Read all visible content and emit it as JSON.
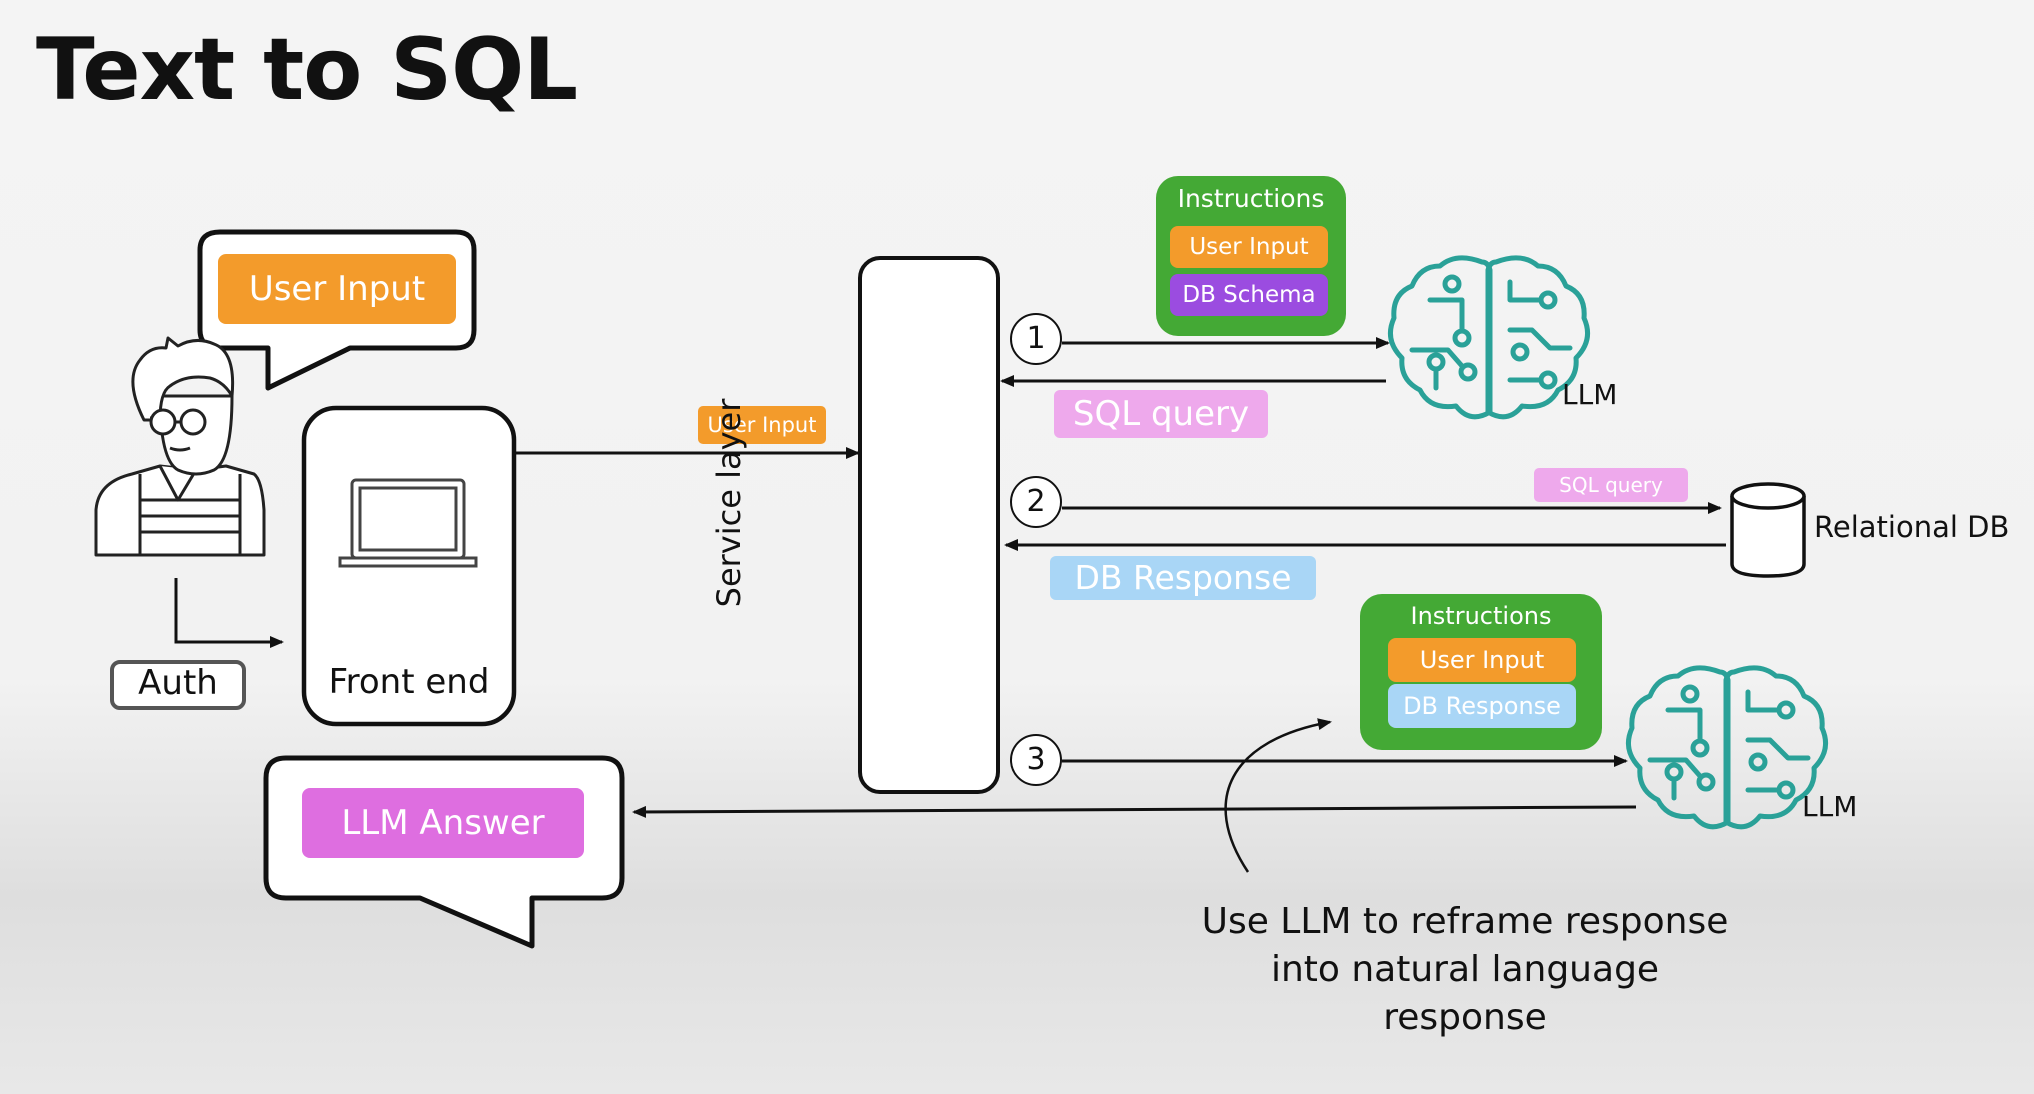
{
  "title": "Text to SQL",
  "user_bubble": {
    "label": "User Input"
  },
  "frontend": {
    "label": "Front end"
  },
  "auth": {
    "label": "Auth"
  },
  "edge_user_input": "User Input",
  "service_layer": {
    "label": "Service layer"
  },
  "steps": [
    "1",
    "2",
    "3"
  ],
  "prompt1": {
    "header": "Instructions",
    "items": [
      "User Input",
      "DB Schema"
    ]
  },
  "llm1": {
    "label": "LLM"
  },
  "sql_query_return": "SQL query",
  "sql_query_send": "SQL query",
  "db": {
    "label": "Relational DB"
  },
  "db_response": "DB Response",
  "prompt2": {
    "header": "Instructions",
    "items": [
      "User Input",
      "DB Response"
    ]
  },
  "llm2": {
    "label": "LLM"
  },
  "answer_bubble": {
    "label": "LLM Answer"
  },
  "note": {
    "lines": [
      "Use LLM to reframe response",
      "into natural language",
      "response"
    ]
  },
  "colors": {
    "orange": "#f39b2b",
    "purple": "#9b4ce0",
    "pink": "#eea9ec",
    "magenta": "#de6ee0",
    "light_blue": "#a9d6f6",
    "green": "#44a935",
    "teal": "#2aa198"
  }
}
